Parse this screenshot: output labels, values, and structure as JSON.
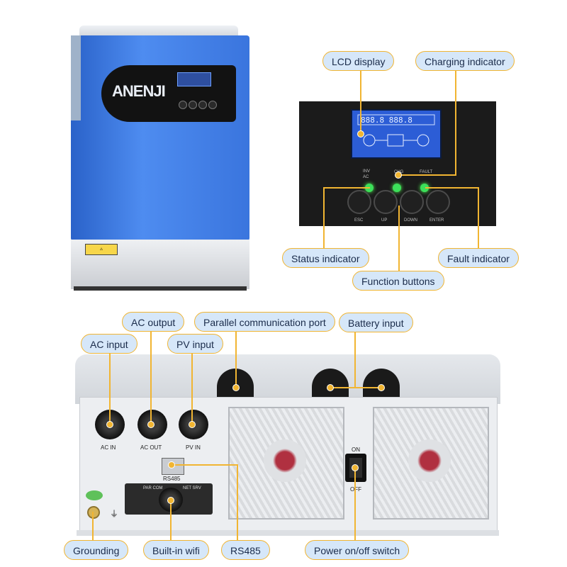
{
  "brand": "ANENJI",
  "front_panel": {
    "callouts": {
      "lcd_display": "LCD display",
      "charging_indicator": "Charging indicator",
      "status_indicator": "Status indicator",
      "function_buttons": "Function buttons",
      "fault_indicator": "Fault indicator"
    },
    "indicator_labels": {
      "inv": "INV",
      "ac": "AC",
      "chg": "CHG",
      "fault": "FAULT"
    },
    "button_labels": {
      "esc": "ESC",
      "up": "UP",
      "down": "DOWN",
      "enter": "ENTER"
    }
  },
  "rear_panel": {
    "callouts": {
      "ac_input": "AC input",
      "ac_output": "AC output",
      "pv_input": "PV input",
      "parallel_port": "Parallel communication port",
      "battery_input": "Battery input",
      "grounding": "Grounding",
      "builtin_wifi": "Built-in wifi",
      "rs485": "RS485",
      "power_switch": "Power on/off switch"
    },
    "port_labels": {
      "ac_in": "AC IN",
      "ac_out": "AC OUT",
      "pv_in": "PV IN",
      "rs485": "RS485",
      "par_com": "PAR COM",
      "net_srv": "NET SRV",
      "on": "ON",
      "off": "OFF"
    }
  },
  "colors": {
    "callout_border": "#f1b532",
    "callout_fill": "#d6e7f9",
    "unit_blue": "#3a75de",
    "led_green": "#3ce05a"
  }
}
